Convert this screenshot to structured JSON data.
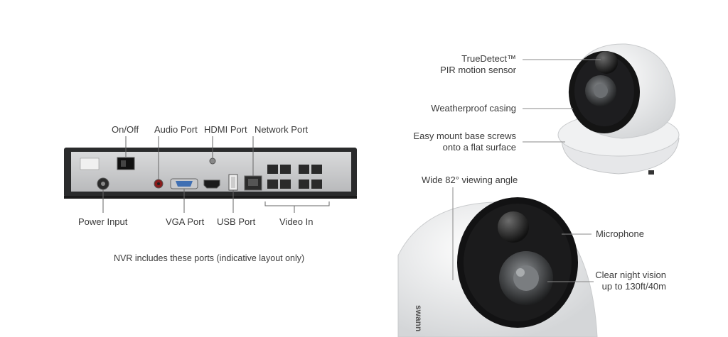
{
  "nvr": {
    "top_labels": {
      "on_off": "On/Off",
      "audio_port": "Audio Port",
      "hdmi_port": "HDMI Port",
      "network_port": "Network Port"
    },
    "bottom_labels": {
      "power_input": "Power Input",
      "vga_port": "VGA Port",
      "usb_port": "USB Port",
      "video_in": "Video In"
    },
    "caption": "NVR includes these ports (indicative layout only)"
  },
  "camera_top": {
    "truedetect_line1": "TrueDetect™",
    "truedetect_line2": "PIR motion sensor",
    "weatherproof": "Weatherproof casing",
    "mount_line1": "Easy mount base screws",
    "mount_line2": "onto a flat surface"
  },
  "camera_bottom": {
    "viewing_angle": "Wide 82° viewing angle",
    "microphone": "Microphone",
    "night_line1": "Clear night vision",
    "night_line2": "up to 130ft/40m"
  },
  "brand": "swann"
}
